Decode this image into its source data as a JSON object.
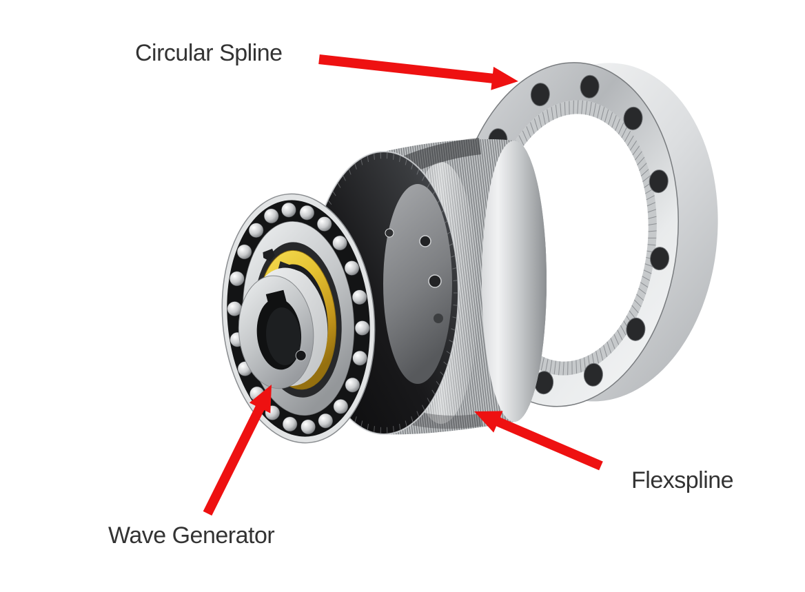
{
  "figure": {
    "description": "Exploded 3D rendering of a strain wave (harmonic drive) gear set with labeled components",
    "background_color": "#ffffff"
  },
  "labels": {
    "circular_spline": {
      "text": "Circular Spline"
    },
    "flexspline": {
      "text": "Flexspline"
    },
    "wave_generator": {
      "text": "Wave Generator"
    }
  },
  "colors": {
    "arrow": "#ee1111",
    "label_text": "#333333",
    "background": "#ffffff",
    "steel_light": "#f2f3f4",
    "steel_mid": "#b9bcbf",
    "steel_dark": "#55575a",
    "cup_interior": "#131314",
    "cam_gold": "#e8c232"
  }
}
